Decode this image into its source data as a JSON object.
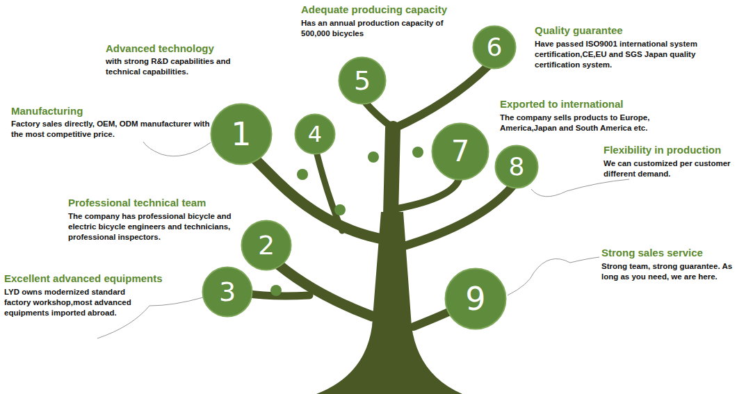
{
  "diagram": {
    "nodes": [
      {
        "text": [
          "1"
        ]
      },
      {
        "text": [
          "2"
        ]
      },
      {
        "text": [
          "3"
        ]
      },
      {
        "text": [
          "4"
        ]
      },
      {
        "text": [
          "5"
        ]
      },
      {
        "text": [
          "6"
        ]
      },
      {
        "text": [
          "7"
        ]
      },
      {
        "text": [
          "8"
        ]
      },
      {
        "text": [
          "9"
        ]
      }
    ],
    "labels": [
      "Adequate producing capacity",
      "Has an annual production capacity of 500,000 bicycles",
      "Quality guarantee",
      "Have passed ISO9001 international system certification,CE,EU and SGS Japan quality certification system.",
      "Advanced technology",
      "with strong R&D capabilities and technical capabilities.",
      "Exported to international",
      "The company sells products to Europe, America,Japan and South America etc.",
      "Manufacturing",
      "Factory sales directly, OEM, ODM manufacturer with the most competitive price.",
      "Flexibility in production",
      "We can customized per customer different demand.",
      "Professional technical team",
      "The company has professional bicycle and electric bicycle engineers and technicians, professional inspectors.",
      "Strong sales service",
      "Strong team, strong guarantee. As long as you need, we are here.",
      "Excellent advanced equipments",
      "LYD owns modernized standard factory workshop,most advanced equipments imported abroad."
    ]
  }
}
